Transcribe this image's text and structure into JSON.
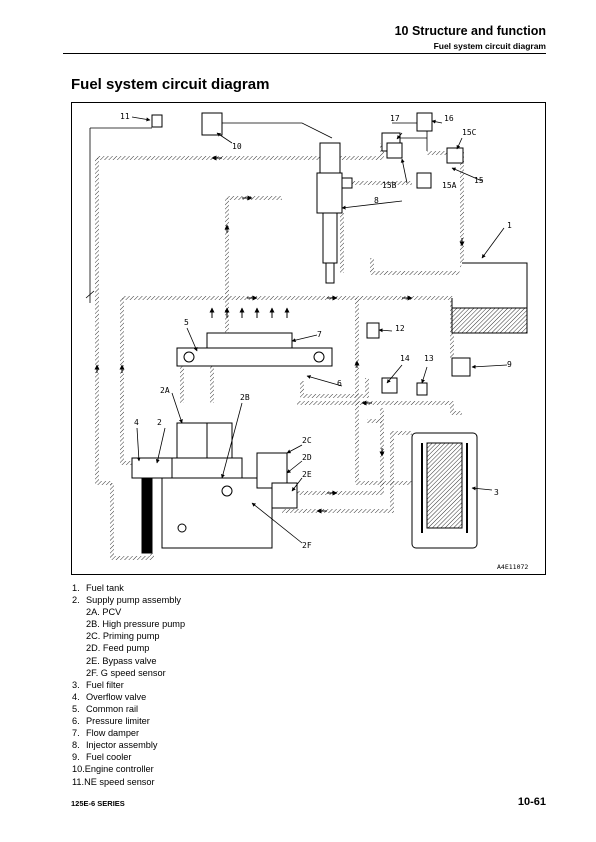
{
  "header": {
    "section_title": "10 Structure and function",
    "subsection": "Fuel system circuit diagram"
  },
  "page_title": "Fuel system circuit diagram",
  "diagram": {
    "code": "A4E11072",
    "callouts": [
      "1",
      "2",
      "2A",
      "2B",
      "2C",
      "2D",
      "2E",
      "2F",
      "3",
      "4",
      "5",
      "6",
      "7",
      "8",
      "9",
      "11",
      "10",
      "12",
      "13",
      "14",
      "15",
      "15A",
      "15B",
      "15C",
      "16",
      "17"
    ]
  },
  "legend": [
    {
      "num": "1.",
      "text": "Fuel tank"
    },
    {
      "num": "2.",
      "text": "Supply pump assembly"
    },
    {
      "sub": "2A. PCV"
    },
    {
      "sub": "2B. High pressure pump"
    },
    {
      "sub": "2C. Priming pump"
    },
    {
      "sub": "2D. Feed pump"
    },
    {
      "sub": "2E. Bypass valve"
    },
    {
      "sub": "2F. G speed sensor"
    },
    {
      "num": "3.",
      "text": "Fuel filter"
    },
    {
      "num": "4.",
      "text": "Overflow valve"
    },
    {
      "num": "5.",
      "text": "Common rail"
    },
    {
      "num": "6.",
      "text": "Pressure limiter"
    },
    {
      "num": "7.",
      "text": "Flow damper"
    },
    {
      "num": "8.",
      "text": "Injector assembly"
    },
    {
      "num": "9.",
      "text": "Fuel cooler"
    },
    {
      "num": "",
      "text": "10.Engine controller"
    },
    {
      "num": "",
      "text": "11.NE speed sensor"
    }
  ],
  "footer": {
    "series": "125E-6 SERIES",
    "page": "10-61"
  }
}
